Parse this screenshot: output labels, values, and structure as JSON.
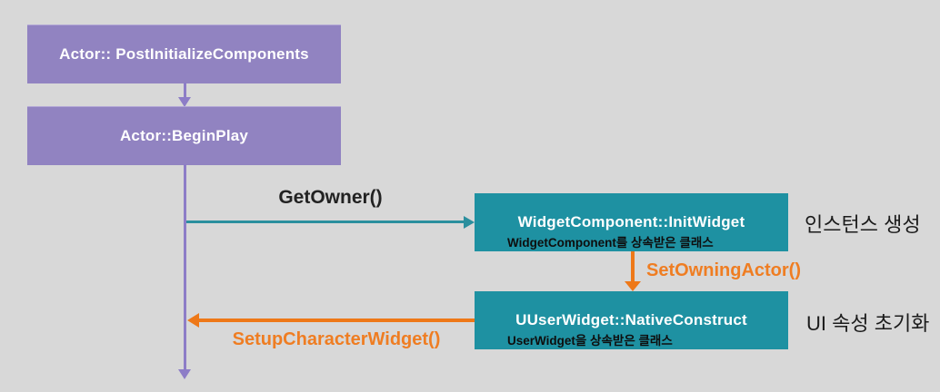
{
  "diagram": {
    "background": "#d8d8d8",
    "colors": {
      "purple_box": "#9183c1",
      "purple_arrow": "#8d7dc7",
      "teal_box": "#1e91a2",
      "teal_arrow": "#2b8f9e",
      "orange_arrow": "#ee7818",
      "orange_label": "#ef7d22",
      "dark_text": "#1b1b1b",
      "light_text": "#ffffff"
    },
    "boxes": {
      "post_init": {
        "label": "Actor:: PostInitializeComponents"
      },
      "begin_play": {
        "label": "Actor::BeginPlay"
      },
      "init_widget": {
        "label": "WidgetComponent::InitWidget",
        "note": "WidgetComponent를 상속받은 클래스"
      },
      "native_construct": {
        "label": "UUserWidget::NativeConstruct",
        "note": "UserWidget을 상속받은 클래스"
      }
    },
    "arrows": {
      "get_owner": {
        "label": "GetOwner()"
      },
      "set_owning_actor": {
        "label": "SetOwningActor()"
      },
      "setup_character_widget": {
        "label": "SetupCharacterWidget()"
      }
    },
    "annotations": {
      "instance_creation": "인스턴스 생성",
      "ui_property_init": "UI 속성 초기화"
    }
  }
}
